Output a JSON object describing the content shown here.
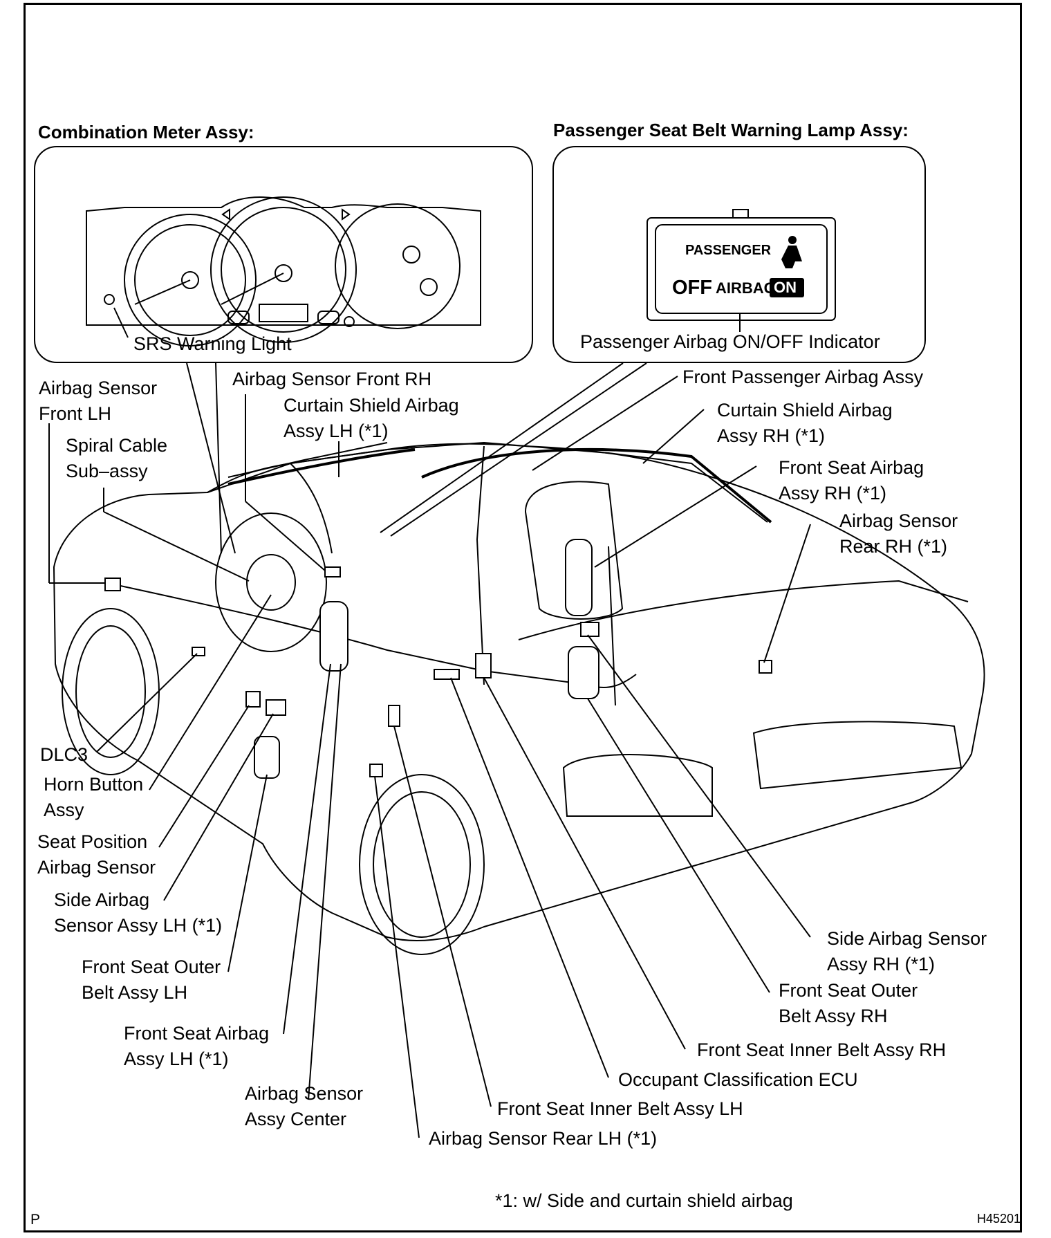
{
  "headers": {
    "combination_meter": "Combination Meter Assy:",
    "passenger_lamp": "Passenger Seat Belt Warning Lamp Assy:"
  },
  "panel": {
    "passenger": "PASSENGER",
    "off": "OFF",
    "airbag": "AIRBAG",
    "on": "ON"
  },
  "labels": {
    "srs_warning_light": "SRS Warning Light",
    "passenger_airbag_indicator": "Passenger Airbag ON/OFF Indicator",
    "airbag_sensor_front_lh": [
      "Airbag Sensor",
      "Front LH"
    ],
    "spiral_cable": [
      "Spiral Cable",
      "Sub–assy"
    ],
    "airbag_sensor_front_rh": "Airbag Sensor Front RH",
    "curtain_shield_lh": [
      "Curtain Shield Airbag",
      "Assy LH (*1)"
    ],
    "front_passenger_airbag": "Front Passenger Airbag Assy",
    "curtain_shield_rh": [
      "Curtain Shield Airbag",
      "Assy RH (*1)"
    ],
    "front_seat_airbag_rh": [
      "Front Seat Airbag",
      "Assy RH (*1)"
    ],
    "airbag_sensor_rear_rh": [
      "Airbag Sensor",
      "Rear RH (*1)"
    ],
    "dlc3": "DLC3",
    "horn_button": [
      "Horn Button",
      "Assy"
    ],
    "seat_position_sensor": [
      "Seat Position",
      "Airbag Sensor"
    ],
    "side_airbag_sensor_lh": [
      "Side Airbag",
      "Sensor Assy LH (*1)"
    ],
    "front_seat_outer_belt_lh": [
      "Front Seat Outer",
      "Belt Assy LH"
    ],
    "front_seat_airbag_lh": [
      "Front Seat Airbag",
      "Assy LH (*1)"
    ],
    "airbag_sensor_center": [
      "Airbag Sensor",
      "Assy Center"
    ],
    "airbag_sensor_rear_lh": "Airbag Sensor Rear LH (*1)",
    "front_seat_inner_belt_lh": "Front Seat Inner Belt Assy LH",
    "occupant_classification_ecu": "Occupant Classification ECU",
    "front_seat_inner_belt_rh": "Front Seat Inner Belt Assy RH",
    "front_seat_outer_belt_rh": [
      "Front Seat Outer",
      "Belt Assy RH"
    ],
    "side_airbag_sensor_rh": [
      "Side Airbag Sensor",
      "Assy RH (*1)"
    ]
  },
  "footnote": "*1: w/ Side and curtain shield airbag",
  "corner_left": "P",
  "corner_right": "H45201"
}
